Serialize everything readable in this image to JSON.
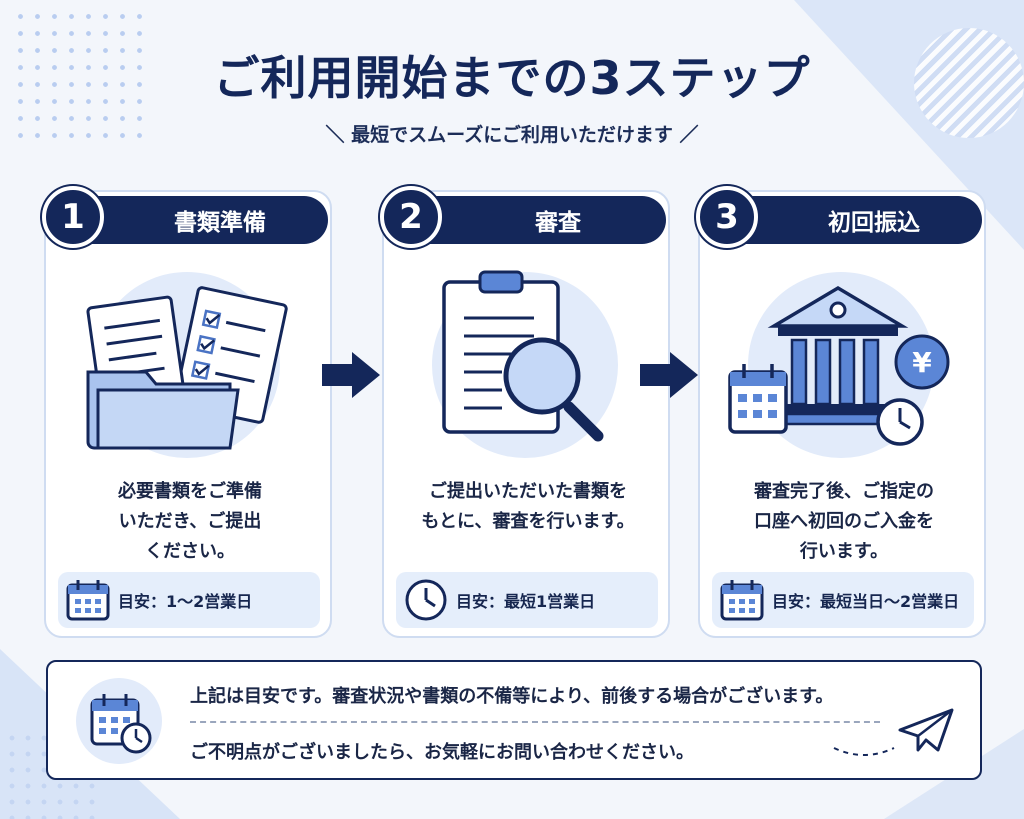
{
  "title": "ご利用開始までの3ステップ",
  "subtitle": "＼ 最短でスムーズにご利用いただけます ／",
  "steps": [
    {
      "number": "1",
      "label": "書類準備",
      "description": "必要書類をご準備\nいただき、ご提出\nください。",
      "note": "目安：1〜2営業日",
      "note_icon": "calendar-icon",
      "illustration": "documents-folder-icon"
    },
    {
      "number": "2",
      "label": "審査",
      "description": "ご提出いただいた書類を\nもとに、審査を行います。",
      "note": "目安：最短1営業日",
      "note_icon": "clock-icon",
      "illustration": "clipboard-magnifier-icon"
    },
    {
      "number": "3",
      "label": "初回振込",
      "description": "審査完了後、ご指定の\n口座へ初回のご入金を\n行います。",
      "note": "目安：最短当日〜2営業日",
      "note_icon": "calendar-icon",
      "illustration": "bank-yen-icon"
    }
  ],
  "footer": {
    "line1": "上記は目安です。審査状況や書類の不備等により、前後する場合がございます。",
    "line2": "ご不明点がございましたら、お気軽にお問い合わせください。"
  },
  "colors": {
    "navy": "#14275a",
    "accent_blue": "#5b86d6",
    "light_blue": "#e2ebfa",
    "background": "#f3f6fb"
  }
}
